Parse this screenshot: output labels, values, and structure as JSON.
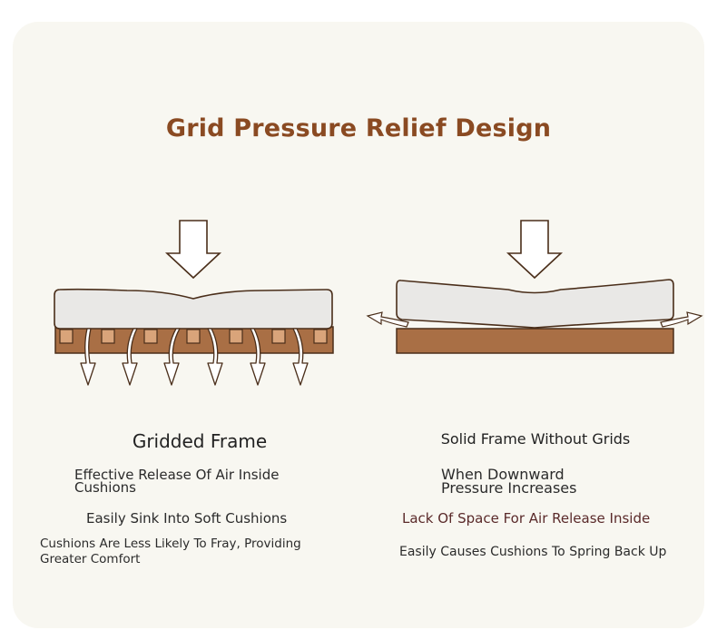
{
  "title": "Grid Pressure Relief Design",
  "left": {
    "heading": "Gridded Frame",
    "points": [
      "Effective Release Of Air Inside Cushions",
      "Easily Sink Into Soft Cushions",
      "Cushions Are Less Likely To Fray, Providing Greater Comfort"
    ]
  },
  "right": {
    "heading": "Solid Frame Without Grids",
    "points": [
      "When Downward Pressure Increases",
      "Lack Of Space For Air Release Inside",
      "Easily Causes Cushions To Spring Back Up"
    ]
  },
  "colors": {
    "title": "#8a4a22",
    "frame": "#a96f45",
    "grid_block": "#d9a47a",
    "cushion": "#e9e8e6",
    "outline": "#4a2e1a"
  }
}
